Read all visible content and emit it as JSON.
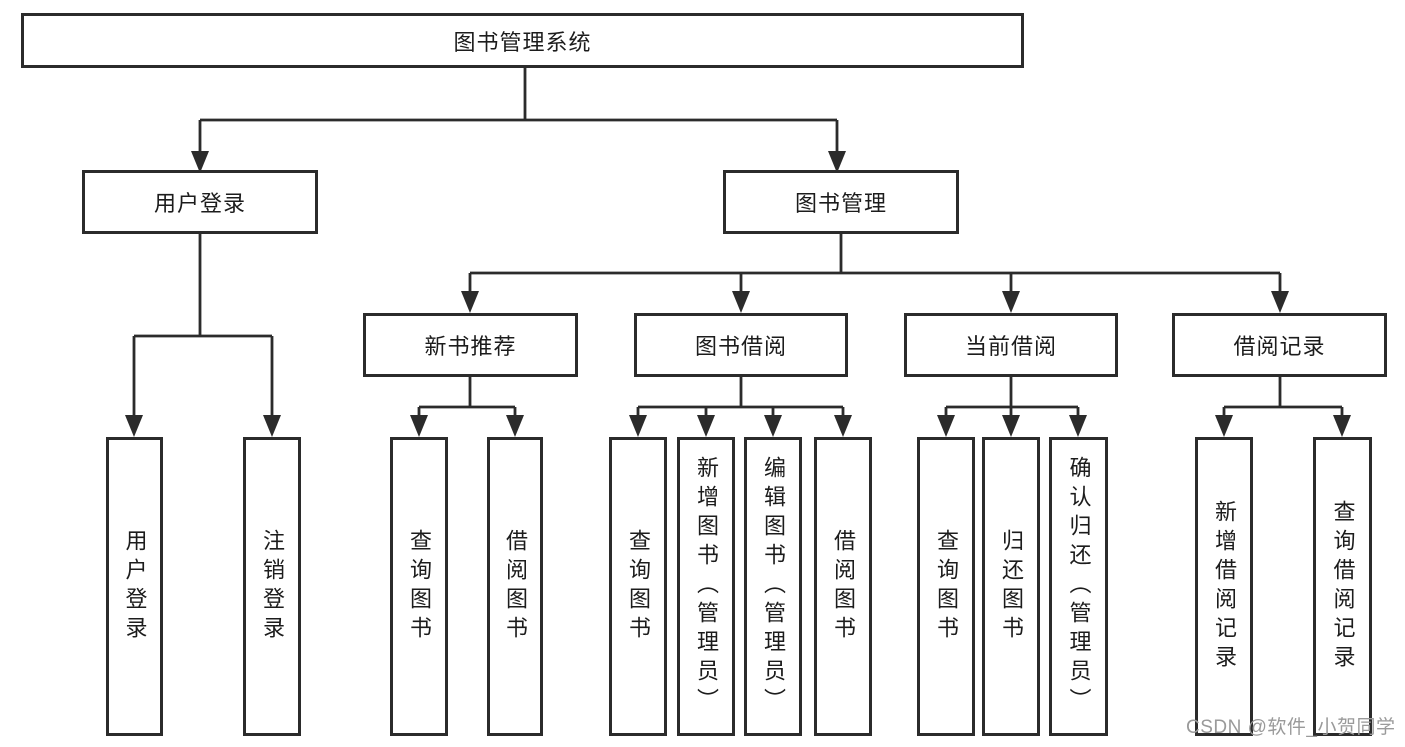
{
  "tree": {
    "root": {
      "label": "图书管理系统",
      "children": [
        {
          "label": "用户登录",
          "children": [
            {
              "label": "用户登录"
            },
            {
              "label": "注销登录"
            }
          ]
        },
        {
          "label": "图书管理",
          "children": [
            {
              "label": "新书推荐",
              "children": [
                {
                  "label": "查询图书"
                },
                {
                  "label": "借阅图书"
                }
              ]
            },
            {
              "label": "图书借阅",
              "children": [
                {
                  "label": "查询图书"
                },
                {
                  "label": "新增图书（管理员）"
                },
                {
                  "label": "编辑图书（管理员）"
                },
                {
                  "label": "借阅图书"
                }
              ]
            },
            {
              "label": "当前借阅",
              "children": [
                {
                  "label": "查询图书"
                },
                {
                  "label": "归还图书"
                },
                {
                  "label": "确认归还（管理员）"
                }
              ]
            },
            {
              "label": "借阅记录",
              "children": [
                {
                  "label": "新增借阅记录"
                },
                {
                  "label": "查询借阅记录"
                }
              ]
            }
          ]
        }
      ]
    }
  },
  "watermark": {
    "text": "CSDN @软件_小贺同学"
  },
  "colors": {
    "line": "#2b2b2b",
    "text": "#1c1c1c",
    "watermark": "#9a9a9a",
    "background": "#ffffff"
  }
}
